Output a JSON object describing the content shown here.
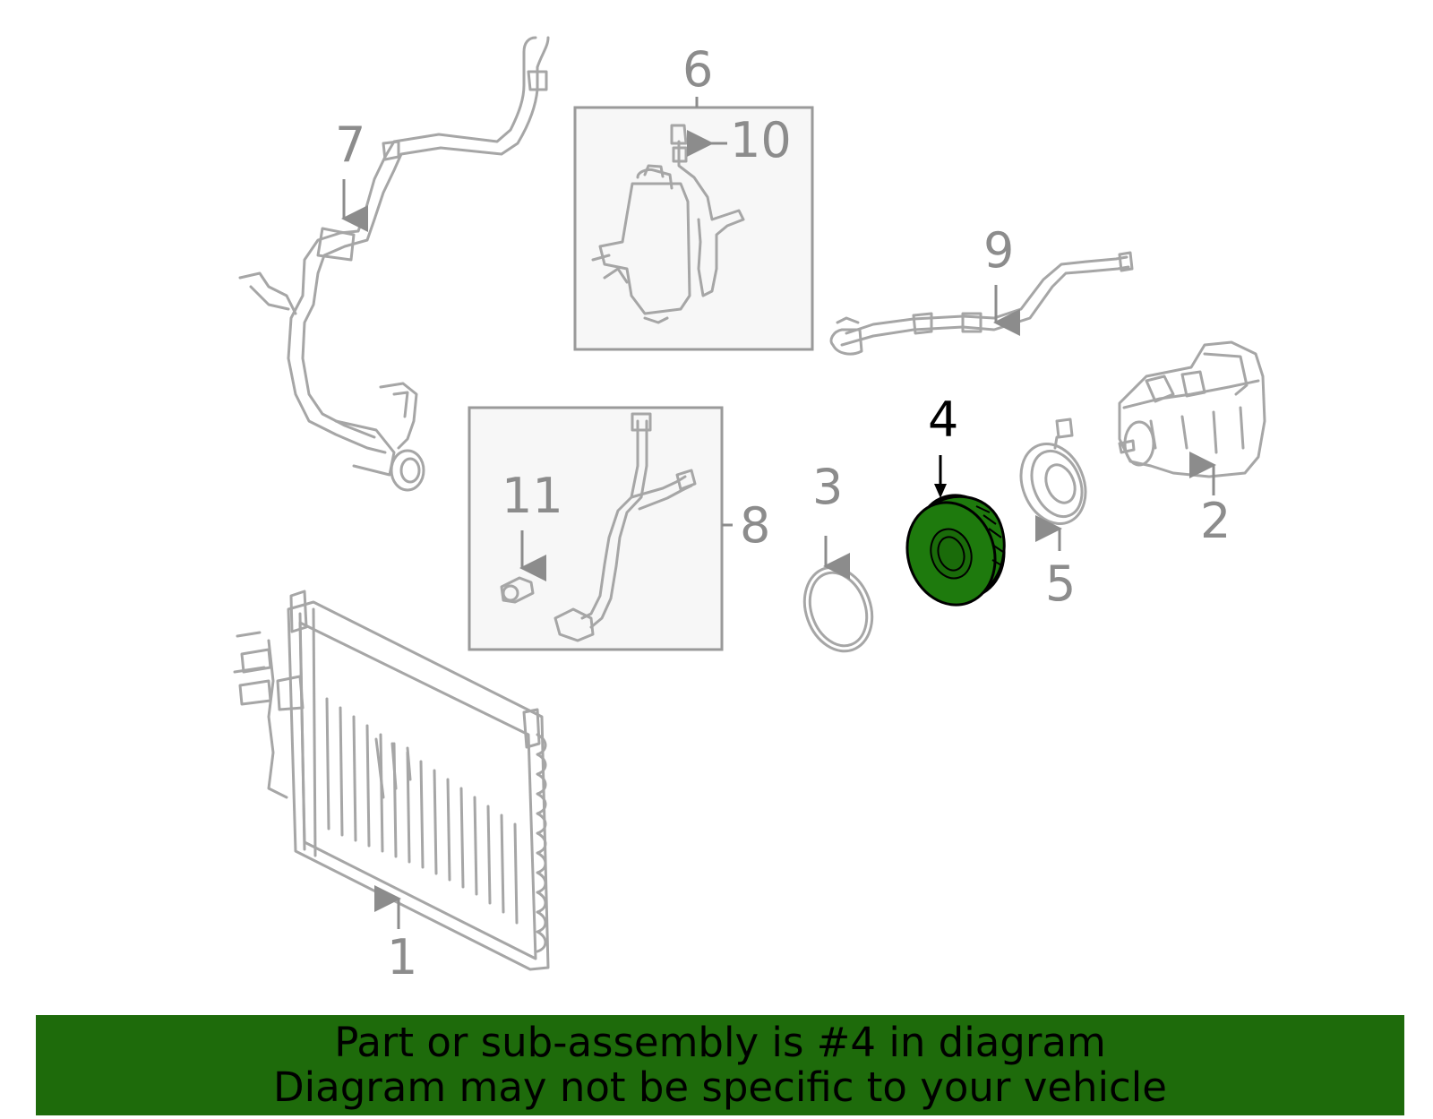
{
  "callouts": {
    "c1": "1",
    "c2": "2",
    "c3": "3",
    "c4": "4",
    "c5": "5",
    "c6": "6",
    "c7": "7",
    "c8": "8",
    "c9": "9",
    "c10": "10",
    "c11": "11"
  },
  "highlighted_part": "4",
  "colors": {
    "banner_background": "#1e6b0b",
    "highlight_fill": "#1e7a0d",
    "line_gray": "#a6a6a6",
    "callout_gray": "#8c8c8c"
  },
  "banner": {
    "line1": "Part or sub-assembly is #4 in diagram",
    "line2": "Diagram may not be specific to your vehicle"
  }
}
